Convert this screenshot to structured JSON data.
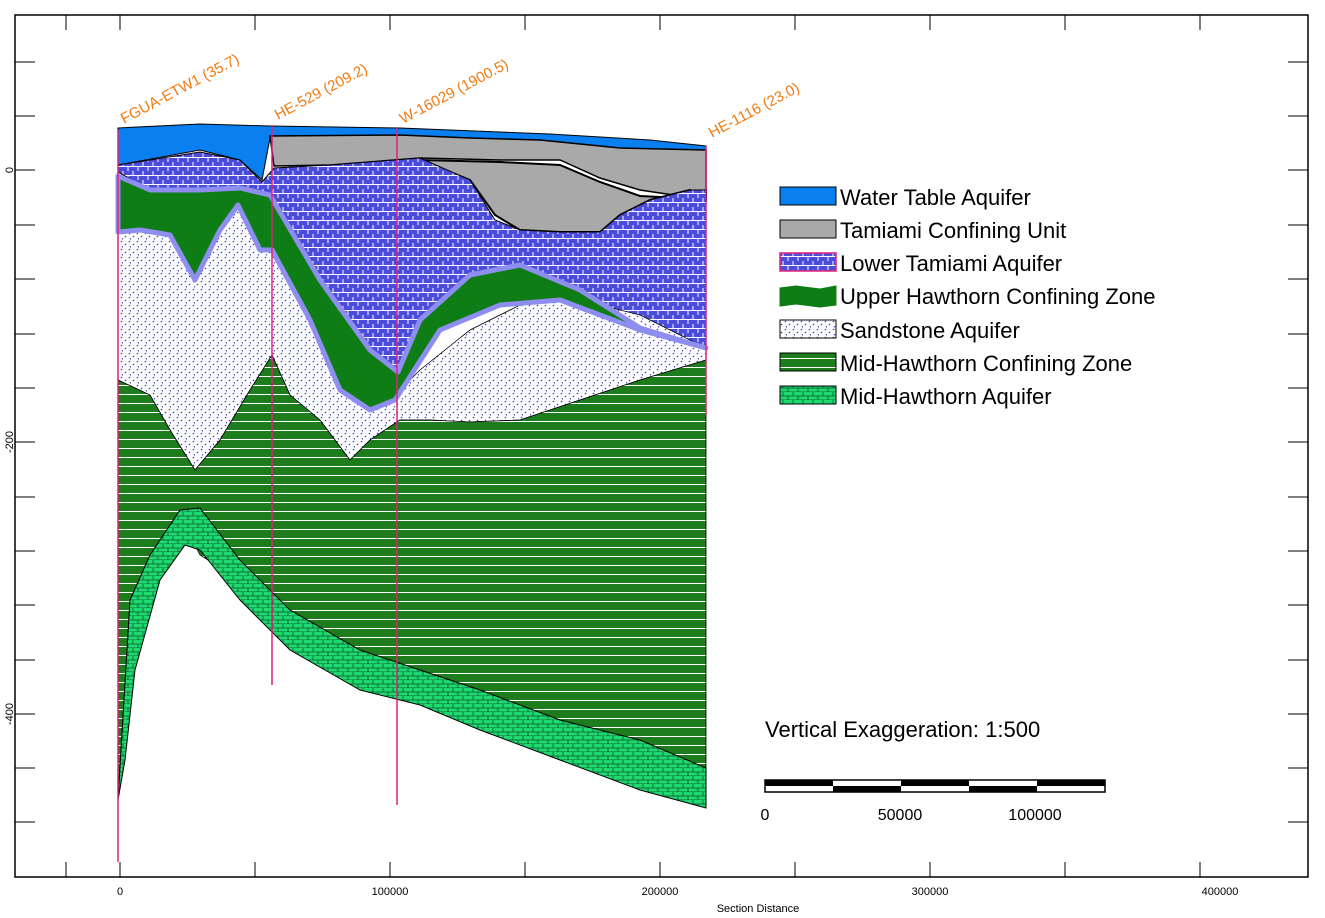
{
  "colors": {
    "water_table": "#0a7ff0",
    "tamiami_confining": "#a9a9a9",
    "lower_tamiami": "#2b2bd6",
    "upper_hawthorn": "#0f7d16",
    "sandstone": "#ffffff",
    "mid_hawthorn_confining": "#1d7d1d",
    "mid_hawthorn_aquifer": "#1ed870",
    "well_line": "#e0207a",
    "well_label": "#f07a10",
    "surface_highlight": "#8e8ef0"
  },
  "wells": [
    {
      "label": "FGUA-ETW1 (35.7)"
    },
    {
      "label": "HE-529 (209.2)"
    },
    {
      "label": "W-16029 (1900.5)"
    },
    {
      "label": "HE-1116 (23.0)"
    }
  ],
  "axes": {
    "x_title": "Section Distance",
    "x_ticks": [
      "0",
      "100000",
      "200000",
      "300000",
      "400000"
    ],
    "y_ticks": [
      "0",
      "-200",
      "-400"
    ]
  },
  "legend": [
    {
      "label": "Water Table Aquifer",
      "icon": "water-table-swatch"
    },
    {
      "label": "Tamiami Confining Unit",
      "icon": "tamiami-confining-swatch"
    },
    {
      "label": "Lower Tamiami Aquifer",
      "icon": "lower-tamiami-swatch"
    },
    {
      "label": "Upper Hawthorn Confining Zone",
      "icon": "upper-hawthorn-swatch"
    },
    {
      "label": "Sandstone Aquifer",
      "icon": "sandstone-swatch"
    },
    {
      "label": "Mid-Hawthorn Confining Zone",
      "icon": "mid-hawthorn-confining-swatch"
    },
    {
      "label": "Mid-Hawthorn Aquifer",
      "icon": "mid-hawthorn-aquifer-swatch"
    }
  ],
  "vertical_exaggeration": "Vertical Exaggeration: 1:500",
  "scale_bar": {
    "labels": [
      "0",
      "50000",
      "100000"
    ]
  }
}
